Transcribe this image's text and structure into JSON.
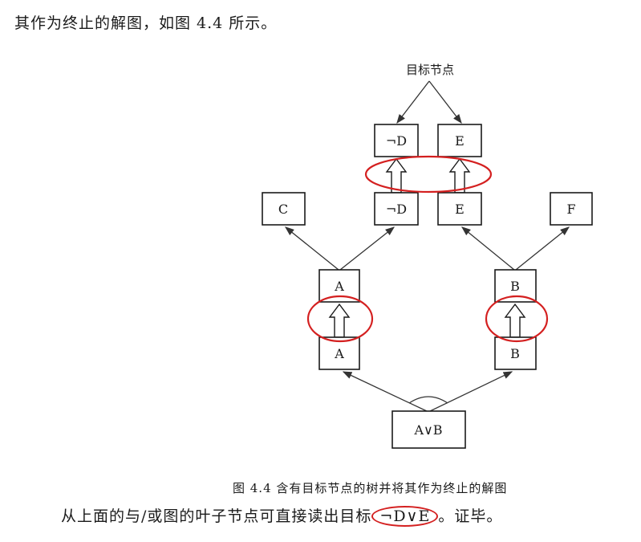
{
  "text": {
    "intro": "其作为终止的解图，如图 4.4 所示。",
    "caption": "图 4.4   含有目标节点的树并将其作为终止的解图",
    "conclusion_before": "从上面的与/或图的叶子节点可直接读出目标",
    "conclusion_formula": "¬D∨E",
    "conclusion_after": "。证毕。"
  },
  "diagram": {
    "goal_label": "目标节点",
    "nodes": {
      "goal_not_d": "¬D",
      "goal_e": "E",
      "c": "C",
      "not_d": "¬D",
      "e": "E",
      "f": "F",
      "a_top": "A",
      "a_bottom": "A",
      "b_top": "B",
      "b_bottom": "B",
      "root": "A∨B"
    },
    "annotation_color": "#d42020"
  }
}
